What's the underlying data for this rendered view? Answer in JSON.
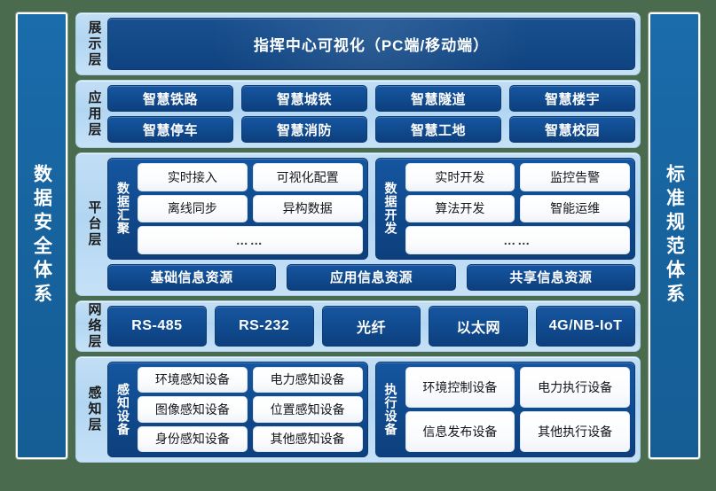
{
  "colors": {
    "background": "#4a6b4e",
    "pillar": "#1a6cab",
    "layer_bg": "#b8d8f2",
    "dark_blue": "#104a8e",
    "chip_white": "#ffffff"
  },
  "left_pillar": {
    "label": "数据安全体系"
  },
  "right_pillar": {
    "label": "标准规范体系"
  },
  "layers": {
    "presentation": {
      "label": "展示层",
      "banner": "指挥中心可视化（PC端/移动端）"
    },
    "application": {
      "label": "应用层",
      "row1": [
        "智慧铁路",
        "智慧城铁",
        "智慧隧道",
        "智慧楼宇"
      ],
      "row2": [
        "智慧停车",
        "智慧消防",
        "智慧工地",
        "智慧校园"
      ]
    },
    "platform": {
      "label": "平台层",
      "groups": [
        {
          "title": "数据汇聚",
          "rows": [
            [
              "实时接入",
              "可视化配置"
            ],
            [
              "离线同步",
              "异构数据"
            ]
          ],
          "ellipsis": "……"
        },
        {
          "title": "数据开发",
          "rows": [
            [
              "实时开发",
              "监控告警"
            ],
            [
              "算法开发",
              "智能运维"
            ]
          ],
          "ellipsis": "……"
        }
      ],
      "resources": [
        "基础信息资源",
        "应用信息资源",
        "共享信息资源"
      ]
    },
    "network": {
      "label": "网络层",
      "items": [
        "RS-485",
        "RS-232",
        "光纤",
        "以太网",
        "4G/NB-IoT"
      ]
    },
    "perception": {
      "label": "感知层",
      "groups": [
        {
          "title": "感知设备",
          "rows": [
            [
              "环境感知设备",
              "电力感知设备"
            ],
            [
              "图像感知设备",
              "位置感知设备"
            ],
            [
              "身份感知设备",
              "其他感知设备"
            ]
          ]
        },
        {
          "title": "执行设备",
          "rows": [
            [
              "环境控制设备",
              "电力执行设备"
            ],
            [
              "信息发布设备",
              "其他执行设备"
            ]
          ]
        }
      ]
    }
  }
}
